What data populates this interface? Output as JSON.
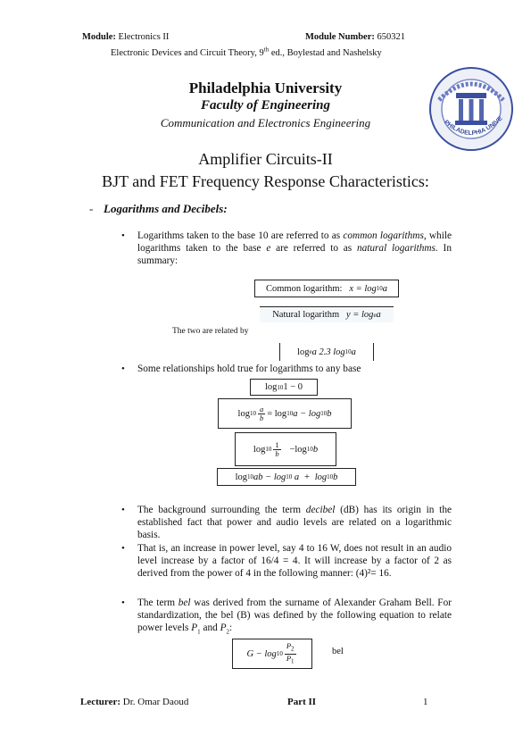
{
  "header": {
    "module_label": "Module:",
    "module_value": "Electronics II",
    "module_number_label": "Module Number:",
    "module_number_value": "650321",
    "reference": "Electronic Devices and Circuit Theory, 9th ed., Boylestad and Nashelsky"
  },
  "university": {
    "name": "Philadelphia University",
    "faculty": "Faculty of Engineering",
    "department": "Communication and Electronics Engineering",
    "logo_text": "PHILADELPHIA UNIVERSITY"
  },
  "title": {
    "line1": "Amplifier Circuits-II",
    "line2": "BJT and FET Frequency Response Characteristics:"
  },
  "section": {
    "dash": "-",
    "heading": "Logarithms and Decibels:"
  },
  "bullets": {
    "b1_a": "Logarithms taken to the base 10 are referred to as ",
    "b1_em1": "common logarithms,",
    "b1_b": " while logarithms taken to the base ",
    "b1_em2": "e",
    "b1_c": " are referred to as ",
    "b1_em3": "natural logarithms.",
    "b1_d": " In summary:",
    "b2": "Some relationships hold true for logarithms to any base",
    "b3_a": "The background surrounding the term ",
    "b3_em": "decibel",
    "b3_b": " (dB) has its origin in the established fact that power and audio levels are related on a logarithmic basis.",
    "b4": "That is, an increase in power level, say 4 to 16 W, does not result in an audio level increase by a factor of 16/4 = 4. It will increase by a factor of 2 as derived from the power of 4 in the following manner: (4)²= 16.",
    "b5_a": "The term ",
    "b5_em": "bel",
    "b5_b": " was derived from the surname of Alexander Graham Bell. For standardization, the bel (B) was defined by the following equation to relate power levels ",
    "b5_p1": "P",
    "b5_s1": "1",
    "b5_and": " and ",
    "b5_p2": "P",
    "b5_s2": "2",
    "b5_end": ":"
  },
  "equations": {
    "common_label": "Common logarithm:",
    "common_eq": "x = log",
    "common_sub": "10",
    "common_arg": " a",
    "natural_label": "Natural logarithm",
    "natural_eq": "y = log",
    "natural_sub": "e",
    "natural_arg": " a",
    "related_text": "The two are related by",
    "related_eq_a": "log",
    "related_eq_sub": "e",
    "related_eq_b": " a    2.3 log",
    "related_eq_sub2": "10",
    "related_eq_c": " a",
    "rel1": "log",
    "rel1_sub": "10",
    "rel1_rest": " 1 − 0",
    "rel2_lhs": "log",
    "rel2_sub": "10",
    "rel2_num": "a",
    "rel2_den": "b",
    "rel2_rhs": "= log",
    "rel2_rhs_sub": "10",
    "rel2_rhs2": " a − log",
    "rel2_rhs_sub2": "10",
    "rel2_rhs3": " b",
    "rel3_lhs": "log",
    "rel3_sub": "10",
    "rel3_num": "1",
    "rel3_den": "b",
    "rel3_rhs": "   −log",
    "rel3_rhs_sub": "10",
    "rel3_rhs2": " b",
    "rel4_a": "log",
    "rel4_sub": "10",
    "rel4_b": " ab − log",
    "rel4_sub2": "10",
    "rel4_c": " a  +  log",
    "rel4_sub3": "10",
    "rel4_d": " b",
    "bel_lhs": "G − log",
    "bel_sub": "10",
    "bel_num": "P",
    "bel_num_sub": "2",
    "bel_den": "P",
    "bel_den_sub": "1",
    "bel_unit": "bel"
  },
  "footer": {
    "lecturer_label": "Lecturer:",
    "lecturer_name": "Dr. Omar Daoud",
    "part": "Part II",
    "page": "1"
  },
  "colors": {
    "logo_blue": "#3a4fa0",
    "logo_light": "#7d8cc7"
  }
}
